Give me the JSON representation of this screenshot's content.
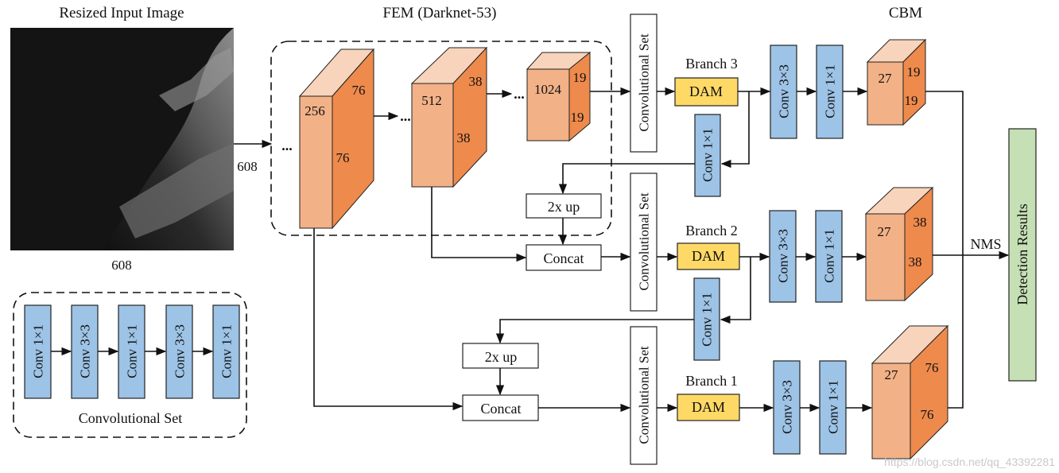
{
  "titles": {
    "input": "Resized Input Image",
    "fem": "FEM (Darknet-53)",
    "cbm": "CBM"
  },
  "input": {
    "width_label": "608",
    "height_label": "608"
  },
  "fem_cubes": [
    {
      "channels": "256",
      "h": "76",
      "w": "76"
    },
    {
      "channels": "512",
      "h": "38",
      "w": "38"
    },
    {
      "channels": "1024",
      "h": "19",
      "w": "19"
    }
  ],
  "ellipsis": "...",
  "conv_set_label": "Convolutional Set",
  "legend": {
    "blocks": [
      "Conv 1×1",
      "Conv 3×3",
      "Conv 1×1",
      "Conv 3×3",
      "Conv 1×1"
    ],
    "caption": "Convolutional Set"
  },
  "branches": [
    {
      "name": "Branch 3",
      "dam": "DAM",
      "conv_a": "Conv 3×3",
      "conv_b": "Conv 1×1",
      "out_c": "27",
      "out_h": "19",
      "out_w": "19"
    },
    {
      "name": "Branch 2",
      "dam": "DAM",
      "conv_a": "Conv 3×3",
      "conv_b": "Conv 1×1",
      "out_c": "27",
      "out_h": "38",
      "out_w": "38"
    },
    {
      "name": "Branch 1",
      "dam": "DAM",
      "conv_a": "Conv 3×3",
      "conv_b": "Conv 1×1",
      "out_c": "27",
      "out_h": "76",
      "out_w": "76"
    }
  ],
  "lateral_conv": "Conv 1×1",
  "upsample": "2x up",
  "concat": "Concat",
  "nms": "NMS",
  "detection": "Detection Results",
  "watermark": "https://blog.csdn.net/qq_43392281",
  "colors": {
    "cube_front": "#f2b187",
    "cube_side": "#ee8a4c",
    "cube_top": "#f8d4bc",
    "conv_blue": "#9dc3e6",
    "dam_yellow": "#ffd966",
    "detect_green": "#c5e0b4"
  }
}
